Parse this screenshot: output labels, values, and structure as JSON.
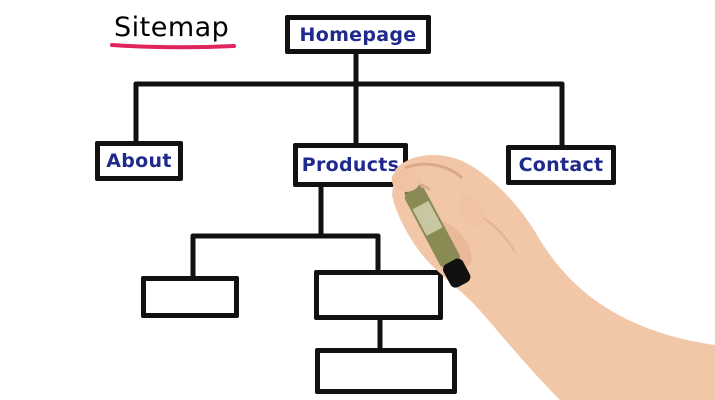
{
  "title": "Sitemap",
  "nodes": {
    "homepage": "Homepage",
    "about": "About",
    "products": "Products",
    "contact": "Contact"
  },
  "colors": {
    "ink": "#111111",
    "label": "#1f2a8c",
    "title": "#111111",
    "underline": "#e0245e",
    "skin": "#f2c7a8",
    "marker_body": "#8a8a55"
  },
  "icons": [
    "hand-holding-marker-icon"
  ]
}
